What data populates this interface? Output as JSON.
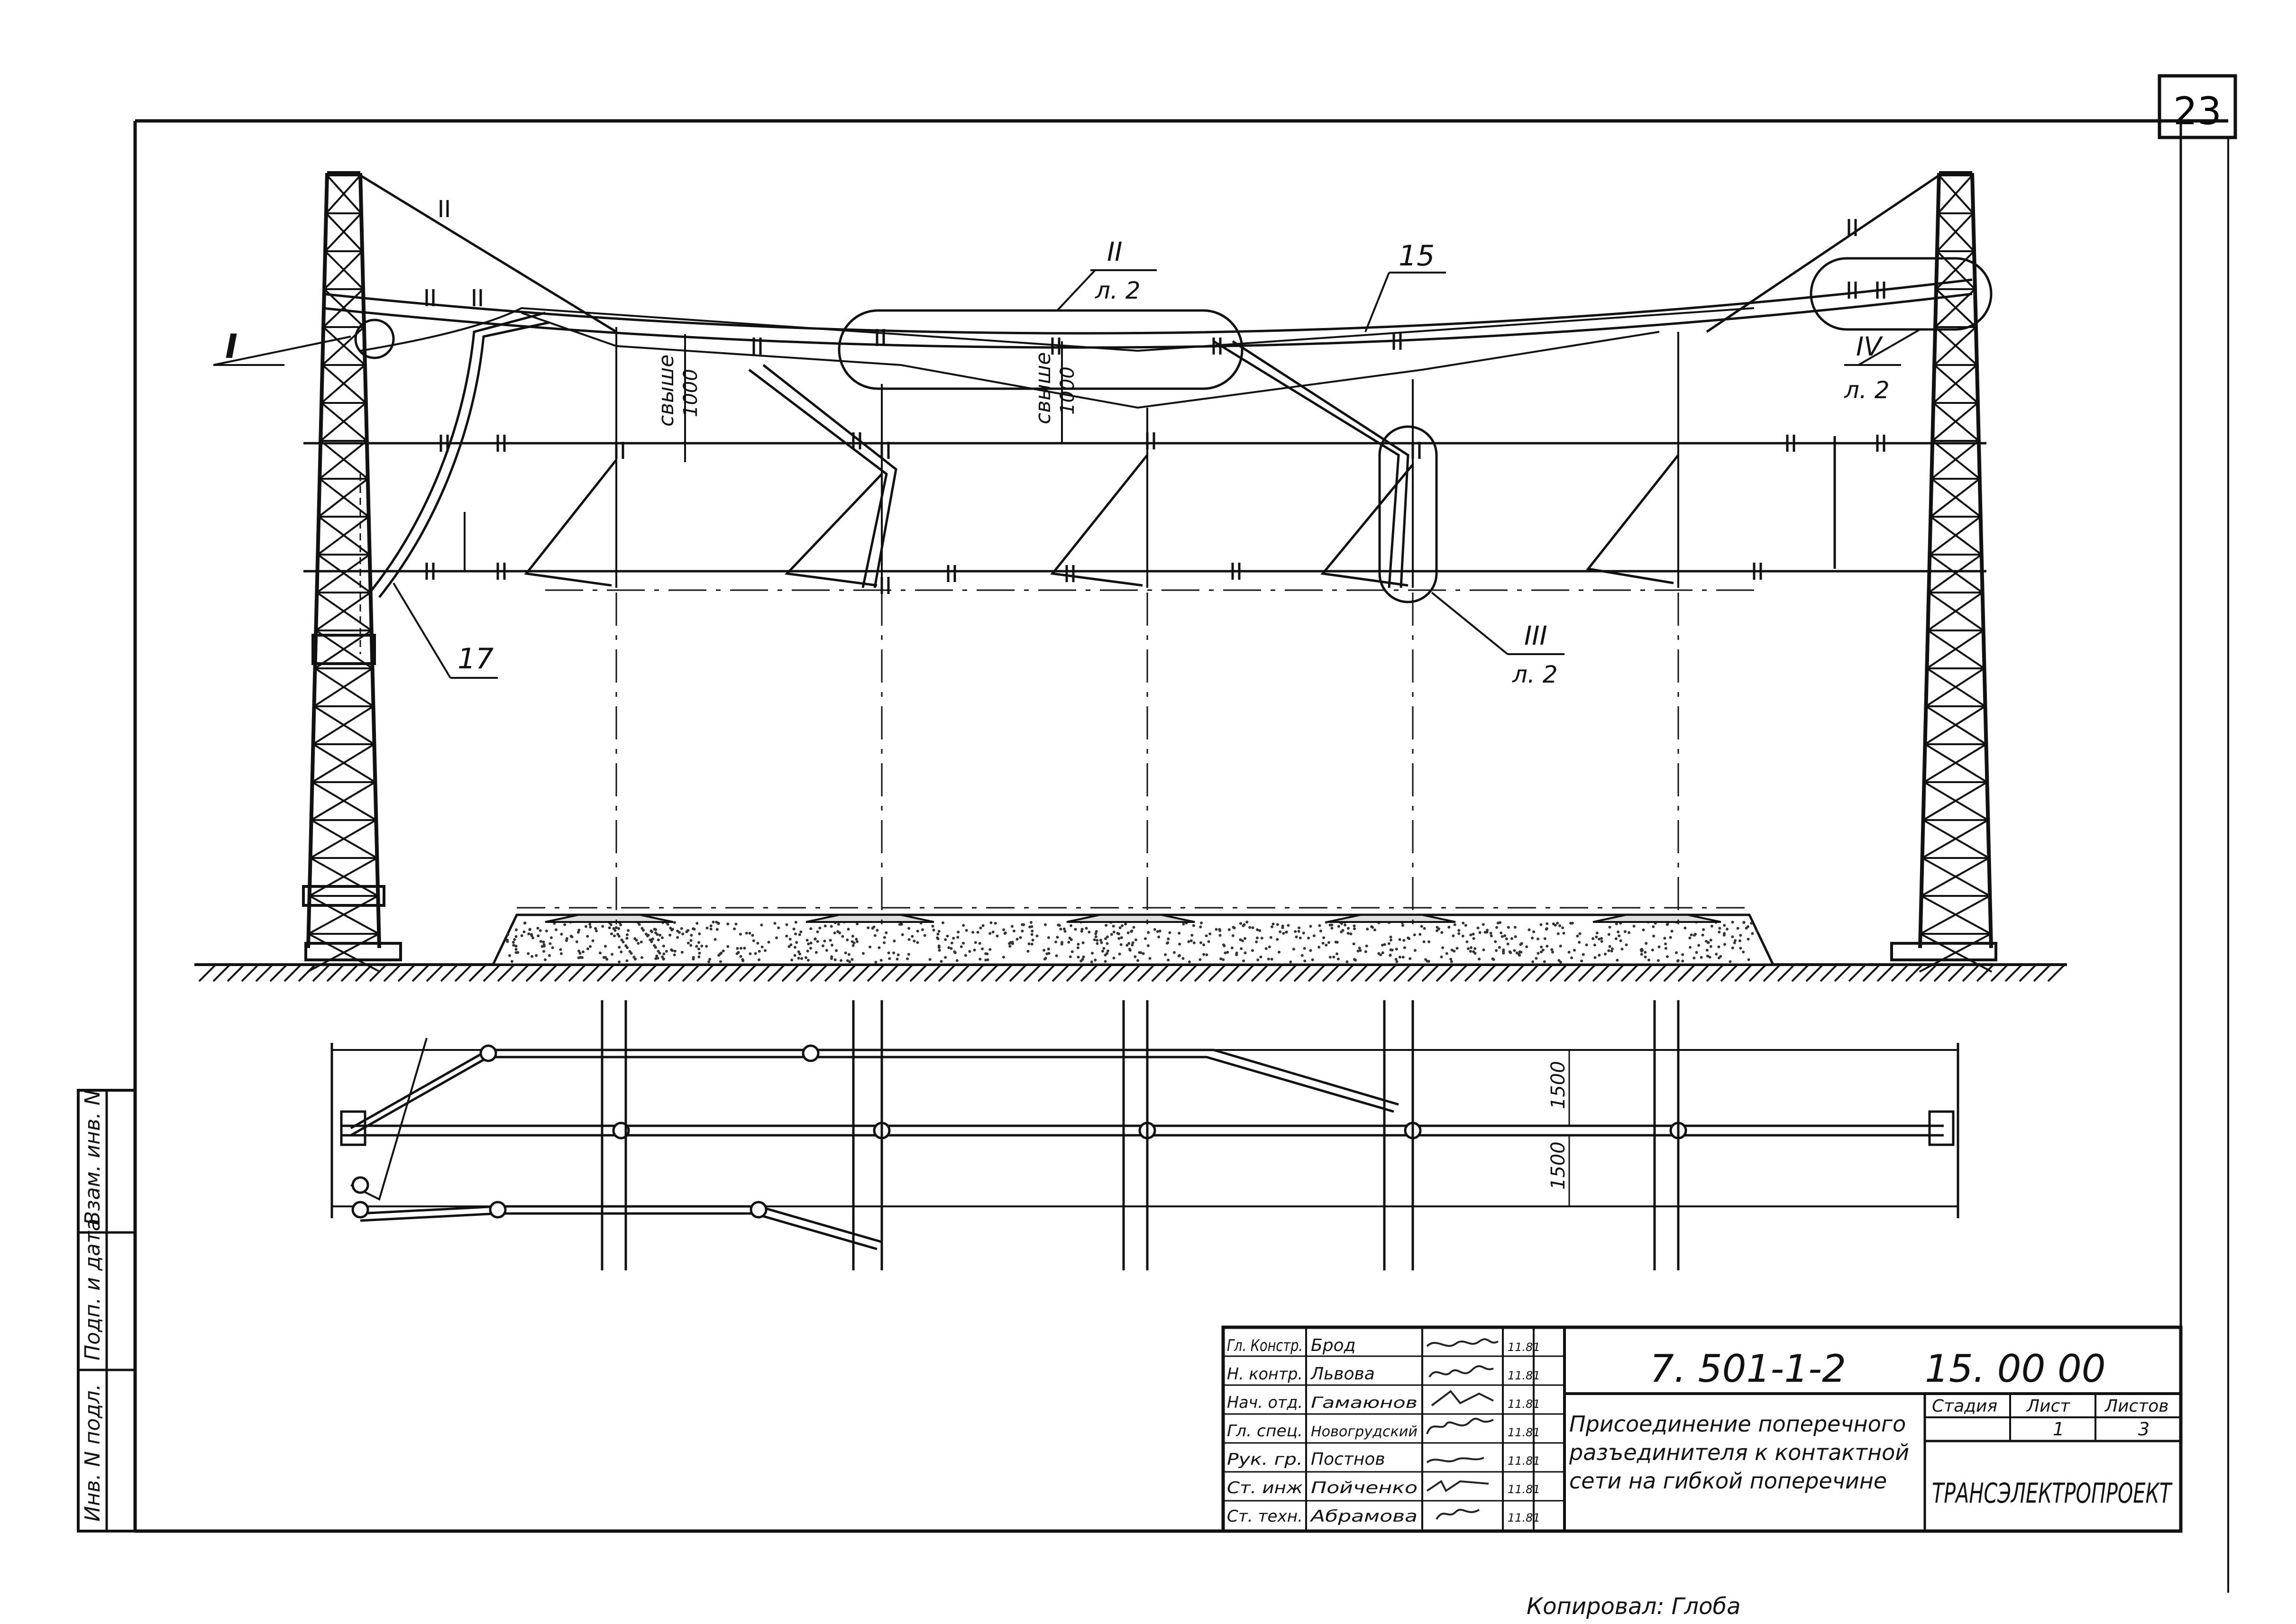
{
  "sheet_number": "23",
  "callouts": {
    "c1": {
      "num": "I"
    },
    "c2": {
      "num": "II",
      "sheet": "л. 2"
    },
    "c3": {
      "num": "III",
      "sheet": "л. 2"
    },
    "c4": {
      "num": "IV",
      "sheet": "л. 2"
    },
    "c15": {
      "num": "15"
    },
    "c17": {
      "num": "17"
    }
  },
  "dimensions": {
    "height_left": {
      "top": "свыше",
      "bottom": "1000"
    },
    "height_mid": {
      "top": "свыше",
      "bottom": "1000"
    },
    "plan_top": "1500",
    "plan_bottom": "1500"
  },
  "side_stamp": {
    "inv_orig": "Инв. N подл.",
    "sign_date": "Подп. и дата",
    "replace_inv": "Взам. инв. N"
  },
  "title_block": {
    "code": "7. 501-1-2",
    "code_suffix": "15. 00 00",
    "title_lines": [
      "Присоединение поперечного",
      "разъединителя к контактной",
      "сети на гибкой поперечине"
    ],
    "stage_label": "Стадия",
    "sheet_label": "Лист",
    "sheets_label": "Листов",
    "sheet_value": "1",
    "sheets_value": "3",
    "organization": "ТРАНСЭЛЕКТРОПРОЕКТ",
    "staff": [
      {
        "role": "Гл. Констр.",
        "name": "Брод",
        "date": "11.81"
      },
      {
        "role": "Н. контр.",
        "name": "Львова",
        "date": "11.81"
      },
      {
        "role": "Нач. отд.",
        "name": "Гамаюнов",
        "date": "11.81"
      },
      {
        "role": "Гл. спец.",
        "name": "Новогрудский",
        "date": "11.81"
      },
      {
        "role": "Рук. гр.",
        "name": "Постнов",
        "date": "11.81"
      },
      {
        "role": "Ст. инж",
        "name": "Пойченко",
        "date": "11.81"
      },
      {
        "role": "Ст. техн.",
        "name": "Абрамова",
        "date": "11.81"
      }
    ]
  },
  "footer_text": "Копировал: Глоба"
}
